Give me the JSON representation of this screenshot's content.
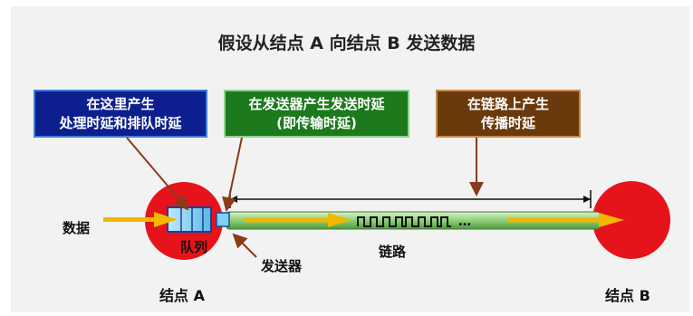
{
  "title": "假设从结点 A 向结点 B 发送数据",
  "boxes": {
    "queue_line1": "在这里产生",
    "queue_line2": "处理时延和排队时延",
    "tx_line1": "在发送器产生发送时延",
    "tx_line2": "(即传输时延)",
    "prop_line1": "在链路上产生",
    "prop_line2": "传播时延"
  },
  "labels": {
    "data": "数据",
    "queue": "队列",
    "link": "链路",
    "sender": "发送器",
    "node_a": "结点 A",
    "node_b": "结点 B",
    "ellipsis": "…"
  },
  "colors": {
    "node_red": "#e6141a",
    "link_green": "#8fcf7a",
    "arrow_yellow": "#f2b800",
    "queue_blue": "#8fd3ef",
    "callout_brown": "#8b3a1a"
  }
}
